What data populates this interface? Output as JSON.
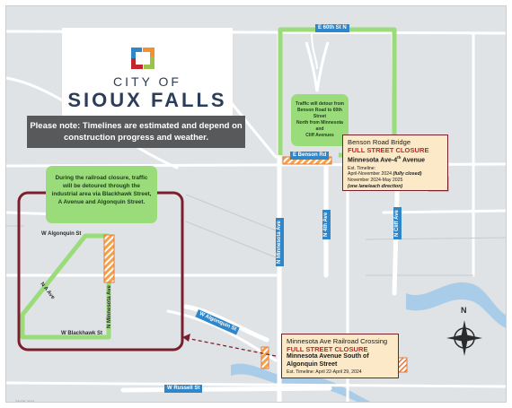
{
  "logo": {
    "city_label": "CITY OF",
    "name": "SIOUX FALLS",
    "colors": [
      "#2f86c9",
      "#f0922f",
      "#c0262d",
      "#9bc24b"
    ]
  },
  "note": {
    "line1": "Please note: Timelines are estimated and depend on",
    "line2": "construction progress and weather."
  },
  "detour_industrial": {
    "line1": "During the railroad closure, traffic",
    "line2": "will be detoured through the",
    "line3": "industrial area via Blackhawk Street,",
    "line4": "A Avenue and Algonquin Street."
  },
  "detour_benson": {
    "line1": "Traffic will detour from",
    "line2": "Benson Road to 60th Street",
    "line3": "North from Minnesota and",
    "line4": "Cliff Avenues"
  },
  "benson_bridge": {
    "title": "Benson Road Bridge",
    "closure": "FULL STREET CLOSURE",
    "location_prefix": "Minnesota Ave-4",
    "location_sup": "th",
    "location_suffix": " Avenue",
    "timeline_label": "Est. Timeline:",
    "timeline_1": "April-November 2024 ",
    "timeline_1_note": "(fully closed)",
    "timeline_2": "November 2024-May 2025",
    "timeline_3": "(one lane/each direction)"
  },
  "railroad_crossing": {
    "title": "Minnesota Ave Railroad Crossing",
    "closure": "FULL STREET CLOSURE",
    "location_1": "Minnesota Avenue South of",
    "location_2": "Algonquin Street",
    "timeline": "Est. Timeline: April 22-April 29, 2024"
  },
  "streets": {
    "e_60th": "E 60th St N",
    "e_benson": "E Benson Rd",
    "w_algonquin_west": "W Algonquin St",
    "w_algonquin_east": "W Algonquin St",
    "w_blackhawk": "W Blackhawk St",
    "w_russell": "W Russell St",
    "n_a_ave": "N A Ave",
    "n_minnesota_west": "N Minnesota Ave",
    "n_minnesota_east": "N Minnesota Ave",
    "n_4th": "N 4th Ave",
    "n_cliff": "N Cliff Ave"
  },
  "compass": {
    "north": "N"
  },
  "source_code": "24028-2024",
  "colors": {
    "background": "#dfe3e6",
    "detour_green": "#9bdc7a",
    "closure_red": "#c0262d",
    "info_fill": "#fbe9c8",
    "area_outline": "#7a1f2c",
    "road_label_blue": "#2f86c9",
    "water": "#a9cde8"
  }
}
